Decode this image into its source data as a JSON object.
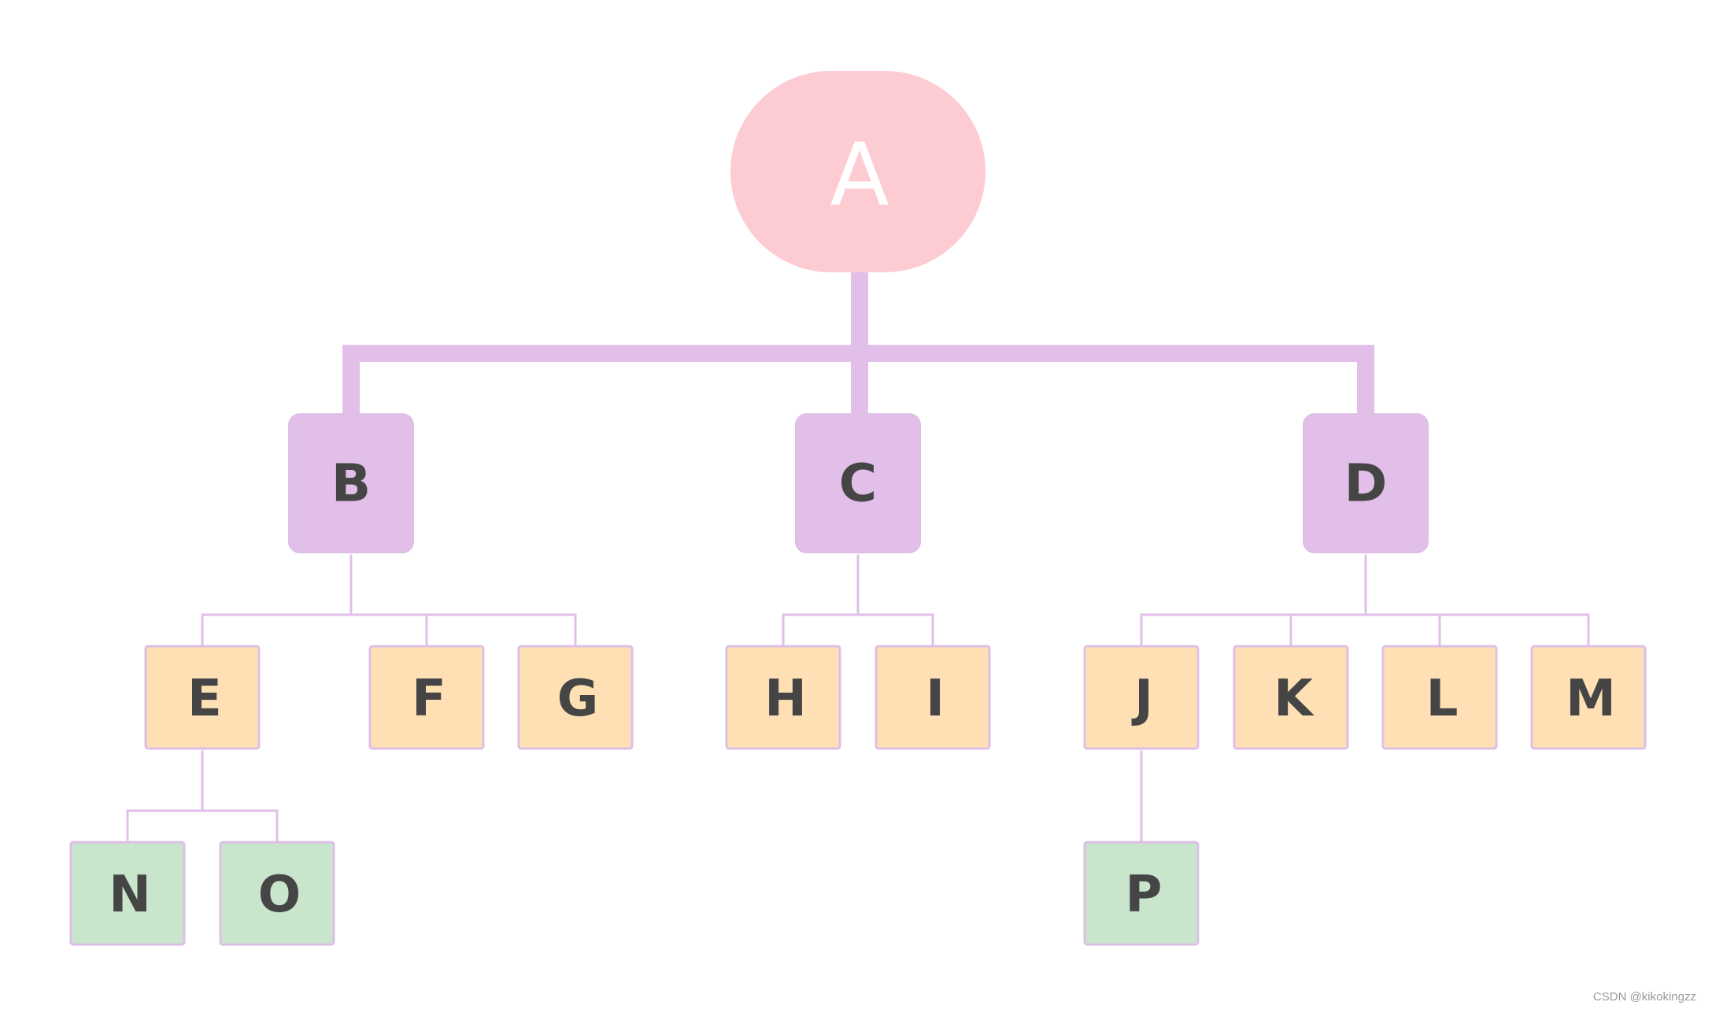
{
  "colors": {
    "root_fill": "#fdccd2",
    "level1_fill": "#e2bfe8",
    "level2_fill": "#fee0b4",
    "level3_fill": "#c9e6cc",
    "connector": "#e2bfe8",
    "node_border": "#ddbfe6",
    "label_text": "#454545"
  },
  "tree": {
    "root": {
      "id": "A",
      "label": "A"
    },
    "level1": [
      {
        "id": "B",
        "label": "B",
        "parent": "A"
      },
      {
        "id": "C",
        "label": "C",
        "parent": "A"
      },
      {
        "id": "D",
        "label": "D",
        "parent": "A"
      }
    ],
    "level2": [
      {
        "id": "E",
        "label": "E",
        "parent": "B"
      },
      {
        "id": "F",
        "label": "F",
        "parent": "B"
      },
      {
        "id": "G",
        "label": "G",
        "parent": "B"
      },
      {
        "id": "H",
        "label": "H",
        "parent": "C"
      },
      {
        "id": "I",
        "label": "I",
        "parent": "C"
      },
      {
        "id": "J",
        "label": "J",
        "parent": "D"
      },
      {
        "id": "K",
        "label": "K",
        "parent": "D"
      },
      {
        "id": "L",
        "label": "L",
        "parent": "D"
      },
      {
        "id": "M",
        "label": "M",
        "parent": "D"
      }
    ],
    "level3": [
      {
        "id": "N",
        "label": "N",
        "parent": "E"
      },
      {
        "id": "O",
        "label": "O",
        "parent": "E"
      },
      {
        "id": "P",
        "label": "P",
        "parent": "J"
      }
    ]
  },
  "watermark": "CSDN @kikokingzz"
}
